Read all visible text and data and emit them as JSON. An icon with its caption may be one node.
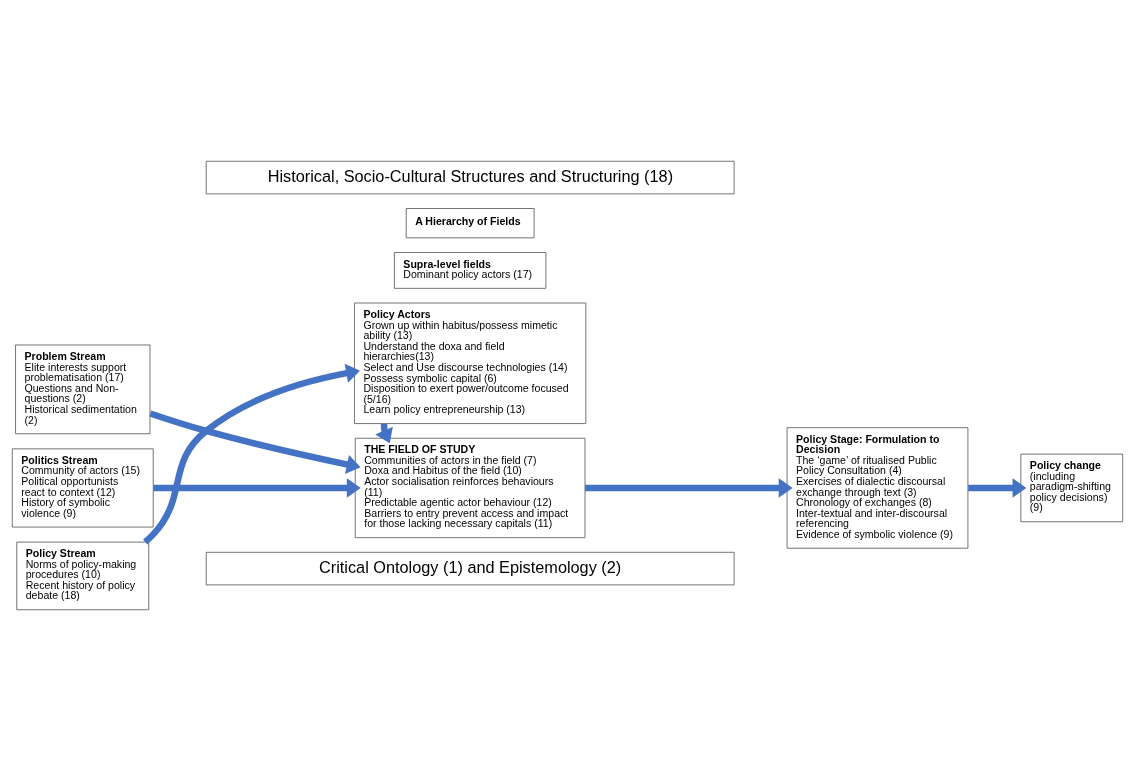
{
  "diagram": {
    "nodes": [
      {
        "text": [
          "Historical, Socio-Cultural Structures and Structuring (18)"
        ]
      },
      {
        "text": [
          "Problem Stream",
          "Elite interests support problematisation (17)",
          "Questions and Non-questions (2)",
          "Historical sedimentation (2)"
        ]
      },
      {
        "text": [
          "Politics Stream",
          "Community of actors (15)",
          "Political opportunists react to context (12)",
          "History of symbolic violence (9)"
        ]
      },
      {
        "text": [
          "Policy Stream",
          "Norms of policy-making procedures (10)",
          "Recent history of policy  debate (18)"
        ]
      },
      {
        "text": [
          "A Hierarchy of Fields"
        ]
      },
      {
        "text": [
          "Supra-level fields",
          "Dominant policy actors (17)"
        ]
      },
      {
        "text": [
          "THE FIELD OF STUDY",
          "Communities of actors in the field (7)",
          "Doxa and Habitus of the field (10)",
          "Actor socialisation reinforces behaviours (11)",
          "Predictable agentic actor behaviour (12)",
          "Barriers to entry prevent access and impact for those lacking necessary capitals (11)"
        ]
      },
      {
        "text": [
          "Policy Actors",
          "Grown up within habitus/possess mimetic ability (13)",
          "Understand the doxa and field hierarchies(13)",
          "Select and Use discourse technologies (14)",
          "Possess symbolic capital (6)",
          "Disposition to exert power/outcome focused (5/16)",
          "Learn policy entrepreneurship (13)"
        ]
      },
      {
        "text": [
          "Policy Stage: Formulation to Decision",
          "The ‘game’ of ritualised Public Policy Consultation (4)",
          "Exercises of dialectic discoursal exchange through text (3)",
          "Chronology of exchanges (8)",
          "Inter-textual and inter-discoursal referencing",
          "Evidence of symbolic violence (9)"
        ]
      },
      {
        "text": [
          "Policy change",
          "(including paradigm-shifting policy decisions) (9)"
        ]
      },
      {
        "text": [
          "Critical Ontology (1) and Epistemology (2)"
        ]
      }
    ],
    "edges": [
      {
        "from": 1,
        "to": 6,
        "arrow": "to"
      },
      {
        "from": 2,
        "to": 6,
        "arrow": "to"
      },
      {
        "from": 3,
        "to": 7,
        "arrow": "to"
      },
      {
        "from": 7,
        "to": 6,
        "arrow": "to"
      },
      {
        "from": 6,
        "to": 8,
        "arrow": "to"
      },
      {
        "from": 8,
        "to": 9,
        "arrow": "to"
      }
    ]
  }
}
